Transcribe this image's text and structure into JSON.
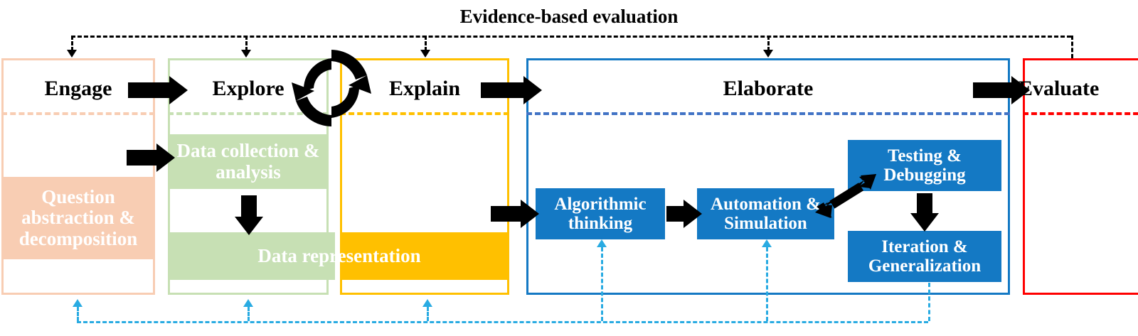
{
  "caption": {
    "text": "Evidence-based evaluation"
  },
  "phases": [
    {
      "id": "engage",
      "title": "Engage",
      "color": "#F8CDB3"
    },
    {
      "id": "explore",
      "title": "Explore",
      "color": "#C7E0B4"
    },
    {
      "id": "explain",
      "title": "Explain",
      "color": "#FFC000"
    },
    {
      "id": "elaborate",
      "title": "Elaborate",
      "color": "#1479C4"
    },
    {
      "id": "evaluate",
      "title": "Evaluate",
      "color": "#FF0000"
    }
  ],
  "bands": {
    "question": "Question abstraction & decomposition",
    "collection": "Data collection & analysis",
    "representation": "Data representation"
  },
  "ct_boxes": [
    {
      "id": "algorithmic-thinking",
      "label": "Algorithmic thinking"
    },
    {
      "id": "automation-simulation",
      "label": "Automation & Simulation"
    },
    {
      "id": "testing-debugging",
      "label": "Testing & Debugging"
    },
    {
      "id": "iteration-generalization",
      "label": "Iteration & Generalization"
    }
  ],
  "colors": {
    "peach": "#F8CDB3",
    "green": "#C7E0B4",
    "amber": "#FFC000",
    "blue": "#1479C4",
    "blue_dash": "#4273C5",
    "red": "#FF0000",
    "cyan_dash": "#29ABE2",
    "arrow_black": "#000000"
  },
  "icons": {
    "cycle": "cycle-arrows-icon"
  }
}
